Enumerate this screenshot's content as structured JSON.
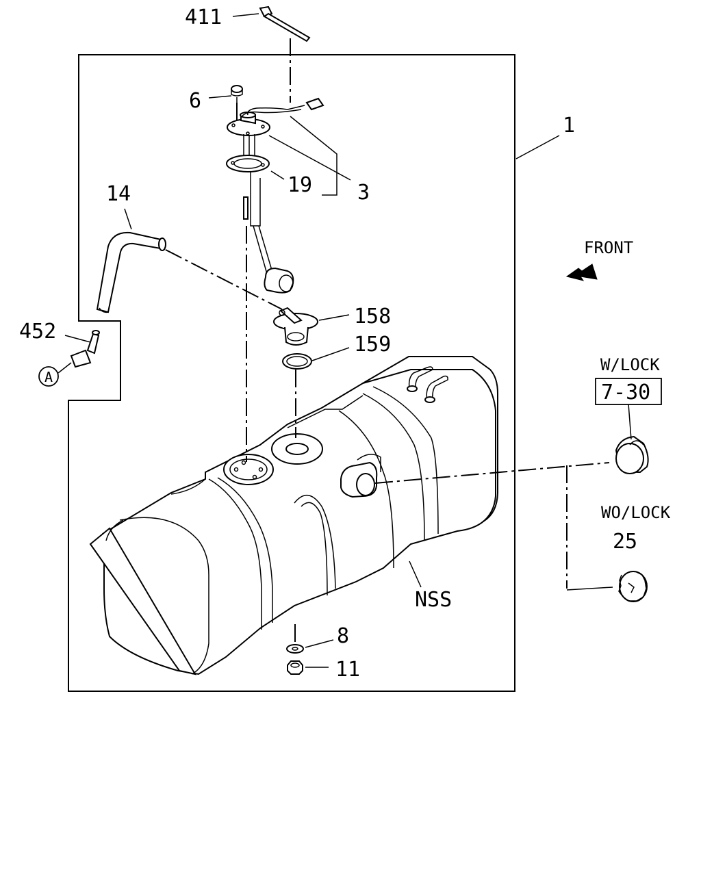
{
  "diagram": {
    "callouts": {
      "p411": "411",
      "p6": "6",
      "p1": "1",
      "p19": "19",
      "p3": "3",
      "p14": "14",
      "p452": "452",
      "circle_a": "A",
      "p158": "158",
      "p159": "159",
      "p8": "8",
      "p11": "11",
      "nss": "NSS",
      "p25": "25",
      "ref_730": "7-30"
    },
    "front_label": "FRONT",
    "w_lock_label": "W/LOCK",
    "wo_lock_label": "WO/LOCK",
    "icons": [
      "front-arrow-icon",
      "circled-a-icon"
    ]
  }
}
